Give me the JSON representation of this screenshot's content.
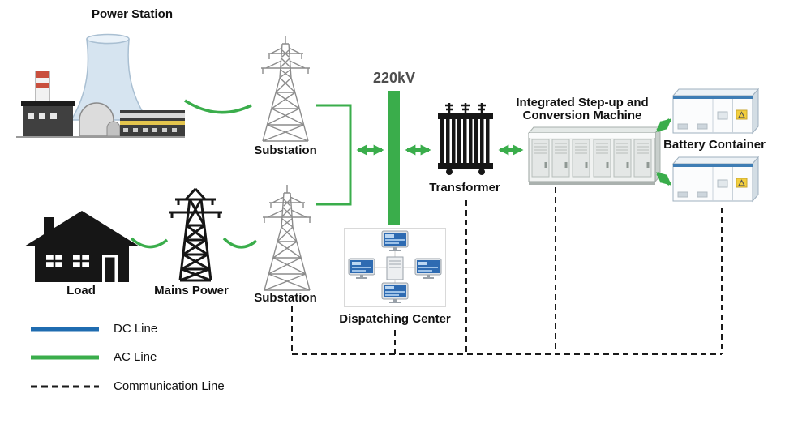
{
  "diagram": {
    "nodes": {
      "power_station": {
        "label": "Power Station"
      },
      "substation_top": {
        "label": "Substation"
      },
      "substation_bottom": {
        "label": "Substation"
      },
      "voltage_bus": {
        "label": "220kV"
      },
      "transformer": {
        "label": "Transformer"
      },
      "integrated_machine": {
        "label_line1": "Integrated Step-up and",
        "label_line2": "Conversion Machine"
      },
      "battery_container": {
        "label": "Battery Container"
      },
      "load": {
        "label": "Load"
      },
      "mains_power": {
        "label": "Mains Power"
      },
      "dispatching_center": {
        "label": "Dispatching Center"
      }
    },
    "legend": {
      "items": [
        {
          "id": "dc-line",
          "label": "DC Line",
          "style": "solid"
        },
        {
          "id": "ac-line",
          "label": "AC Line",
          "style": "solid"
        },
        {
          "id": "communication-line",
          "label": "Communication Line",
          "style": "dashed"
        }
      ]
    },
    "colors": {
      "ac_line": "#3aad4b",
      "dc_line": "#1f6cb0",
      "communication_line": "#1a1a1a",
      "voltage_text": "#4d4d4d"
    }
  }
}
